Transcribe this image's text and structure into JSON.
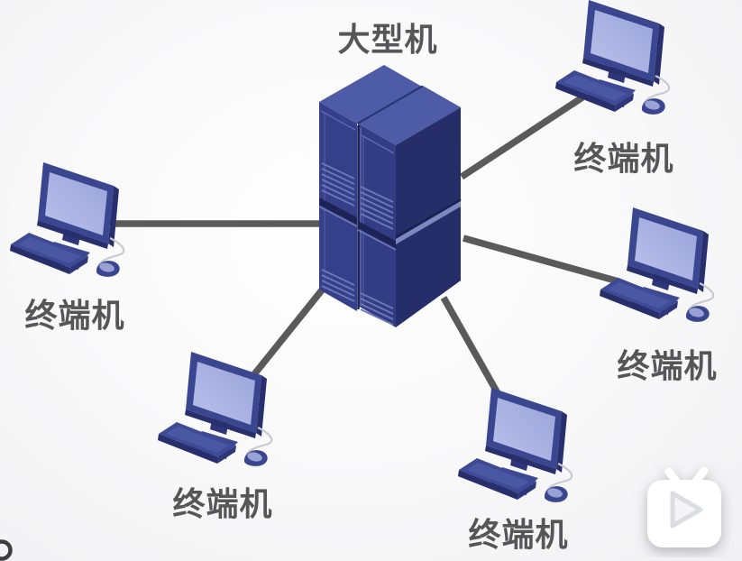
{
  "diagram": {
    "type": "star-network-topology",
    "background_color": "#f5f5f6",
    "connection_color": "#5a5a5a",
    "label_color": "#565659",
    "mainframe": {
      "label": "大型机",
      "icon": "mainframe-towers-icon"
    },
    "terminals": [
      {
        "position": "top-right",
        "label": "终端机",
        "icon": "terminal-computer-icon"
      },
      {
        "position": "middle-left",
        "label": "终端机",
        "icon": "terminal-computer-icon"
      },
      {
        "position": "bottom-left",
        "label": "终端机",
        "icon": "terminal-computer-icon"
      },
      {
        "position": "bottom-center",
        "label": "终端机",
        "icon": "terminal-computer-icon"
      },
      {
        "position": "middle-right",
        "label": "终端机",
        "icon": "terminal-computer-icon"
      }
    ],
    "connections": [
      {
        "from": "mainframe",
        "to": "terminal-top-right"
      },
      {
        "from": "mainframe",
        "to": "terminal-middle-left"
      },
      {
        "from": "mainframe",
        "to": "terminal-bottom-left"
      },
      {
        "from": "mainframe",
        "to": "terminal-bottom-center"
      },
      {
        "from": "mainframe",
        "to": "terminal-middle-right"
      }
    ],
    "palette": {
      "tower_top": "#4e5ca8",
      "tower_front": "#353f8a",
      "tower_side": "#262e6a",
      "monitor_frame": "#3a468f",
      "screen": "#a9b2e2",
      "keyboard": "#3e4a96",
      "mouse_cable": "#c9cace"
    },
    "overlay": {
      "play_icon": "tv-play-icon",
      "corner_ring": "partial-ring-icon"
    }
  }
}
